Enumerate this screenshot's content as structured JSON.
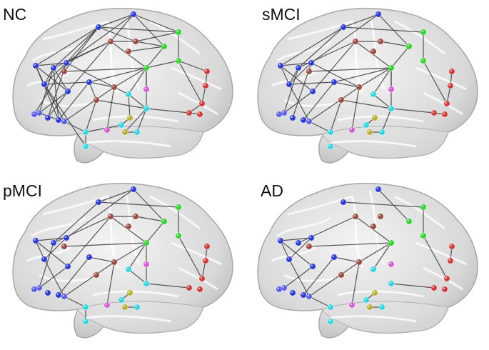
{
  "panels": [
    {
      "label": "NC"
    },
    {
      "label": "sMCI"
    },
    {
      "label": "pMCI"
    },
    {
      "label": "AD"
    }
  ],
  "region_colors": {
    "frontal": "#2b39d6",
    "orbitofrontal": "#5a5ee8",
    "parietal": "#2fd42f",
    "central": "#9a4a3e",
    "temporal": "#2fd6e0",
    "occipital": "#d23a3a",
    "subcortical": "#b9b030",
    "limbic": "#d65cd6"
  }
}
